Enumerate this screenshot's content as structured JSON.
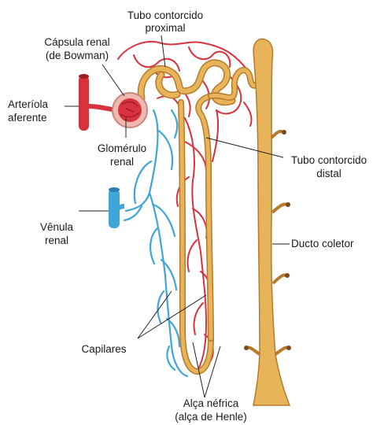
{
  "labels": {
    "tubo_proximal_1": "Tubo contorcido",
    "tubo_proximal_2": "proximal",
    "capsula_1": "Cápsula renal",
    "capsula_2": "(de Bowman)",
    "arteriola_1": "Arteríola",
    "arteriola_2": "aferente",
    "glomerulo_1": "Glomérulo",
    "glomerulo_2": "renal",
    "tubo_distal_1": "Tubo contorcido",
    "tubo_distal_2": "distal",
    "venula_1": "Vênula",
    "venula_2": "renal",
    "ducto_coletor": "Ducto coletor",
    "capilares": "Capilares",
    "alca_1": "Alça néfrica",
    "alca_2": "(alça de Henle)"
  },
  "colors": {
    "artery_red": "#d8323e",
    "vein_blue": "#3fa6d8",
    "tubule_tan": "#e8b45a",
    "tubule_dark": "#b57a2a",
    "capsule_pink": "#f0b8b0"
  }
}
